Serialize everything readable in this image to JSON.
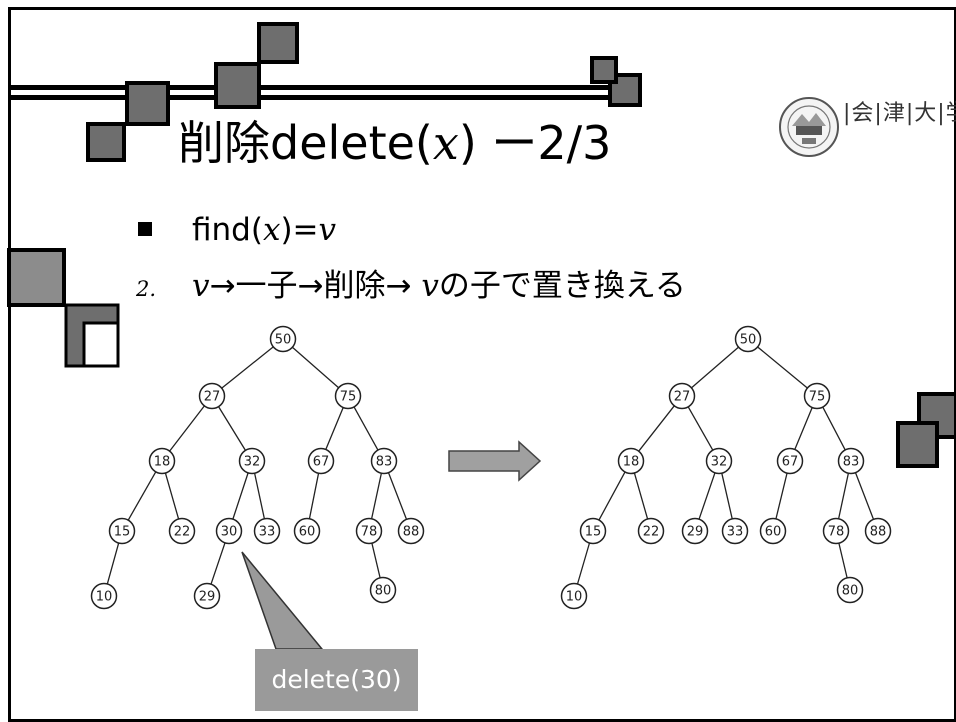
{
  "slide": {
    "title_prefix": "削除delete(",
    "title_var": "x",
    "title_suffix": ") ー2/3",
    "bullet1": {
      "prefix": "find(",
      "var1": "x",
      "middle": ")=",
      "var2": "v"
    },
    "bullet2": {
      "marker": "2.",
      "var1": "v",
      "text1": "→一子→削除→ ",
      "var2": "v",
      "text2": "の子で置き換える"
    },
    "logo_text": "|会|津|大|学|",
    "callout": "delete(30)"
  },
  "trees": [
    {
      "name": "before",
      "nodes": [
        {
          "id": "n50",
          "label": "50"
        },
        {
          "id": "n27",
          "label": "27"
        },
        {
          "id": "n75",
          "label": "75"
        },
        {
          "id": "n18",
          "label": "18"
        },
        {
          "id": "n32",
          "label": "32"
        },
        {
          "id": "n67",
          "label": "67"
        },
        {
          "id": "n83",
          "label": "83"
        },
        {
          "id": "n15",
          "label": "15"
        },
        {
          "id": "n22",
          "label": "22"
        },
        {
          "id": "n30",
          "label": "30"
        },
        {
          "id": "n33",
          "label": "33"
        },
        {
          "id": "n60",
          "label": "60"
        },
        {
          "id": "n78",
          "label": "78"
        },
        {
          "id": "n88",
          "label": "88"
        },
        {
          "id": "n10",
          "label": "10"
        },
        {
          "id": "n29",
          "label": "29"
        },
        {
          "id": "n80",
          "label": "80"
        }
      ],
      "edges": [
        [
          "n50",
          "n27"
        ],
        [
          "n50",
          "n75"
        ],
        [
          "n27",
          "n18"
        ],
        [
          "n27",
          "n32"
        ],
        [
          "n75",
          "n67"
        ],
        [
          "n75",
          "n83"
        ],
        [
          "n18",
          "n15"
        ],
        [
          "n18",
          "n22"
        ],
        [
          "n32",
          "n30"
        ],
        [
          "n32",
          "n33"
        ],
        [
          "n67",
          "n60"
        ],
        [
          "n83",
          "n78"
        ],
        [
          "n83",
          "n88"
        ],
        [
          "n15",
          "n10"
        ],
        [
          "n30",
          "n29"
        ],
        [
          "n78",
          "n80"
        ]
      ]
    },
    {
      "name": "after",
      "nodes": [
        {
          "id": "n50",
          "label": "50"
        },
        {
          "id": "n27",
          "label": "27"
        },
        {
          "id": "n75",
          "label": "75"
        },
        {
          "id": "n18",
          "label": "18"
        },
        {
          "id": "n32",
          "label": "32"
        },
        {
          "id": "n67",
          "label": "67"
        },
        {
          "id": "n83",
          "label": "83"
        },
        {
          "id": "n15",
          "label": "15"
        },
        {
          "id": "n22",
          "label": "22"
        },
        {
          "id": "n29",
          "label": "29"
        },
        {
          "id": "n33",
          "label": "33"
        },
        {
          "id": "n60",
          "label": "60"
        },
        {
          "id": "n78",
          "label": "78"
        },
        {
          "id": "n88",
          "label": "88"
        },
        {
          "id": "n10",
          "label": "10"
        },
        {
          "id": "n80",
          "label": "80"
        }
      ],
      "edges": [
        [
          "n50",
          "n27"
        ],
        [
          "n50",
          "n75"
        ],
        [
          "n27",
          "n18"
        ],
        [
          "n27",
          "n32"
        ],
        [
          "n75",
          "n67"
        ],
        [
          "n75",
          "n83"
        ],
        [
          "n18",
          "n15"
        ],
        [
          "n18",
          "n22"
        ],
        [
          "n32",
          "n29"
        ],
        [
          "n32",
          "n33"
        ],
        [
          "n67",
          "n60"
        ],
        [
          "n83",
          "n78"
        ],
        [
          "n83",
          "n88"
        ],
        [
          "n15",
          "n10"
        ],
        [
          "n78",
          "n80"
        ]
      ]
    }
  ]
}
